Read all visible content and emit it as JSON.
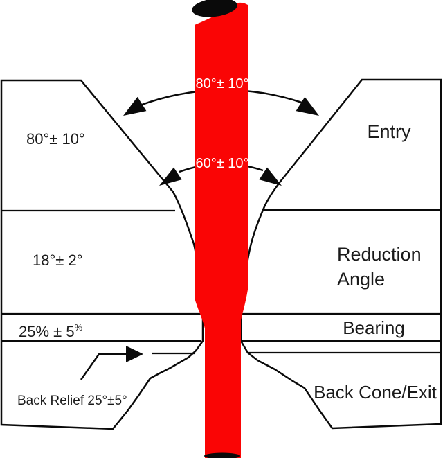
{
  "diagram": {
    "colors": {
      "wire": "#fa0505",
      "die": "#e6e6e6",
      "outline": "#0a0a0a",
      "label_on_wire": "#ffffff"
    },
    "labels": {
      "entry_included_angle": "80°± 10°",
      "blend_included_angle": "60°± 10°",
      "entry_angle": "80°± 10°",
      "entry_zone": "Entry",
      "reduction_angle_value": "18°± 2°",
      "reduction_zone_line1": "Reduction",
      "reduction_zone_line2": "Angle",
      "bearing_length_value": "25% ± 5",
      "bearing_length_unit_sup": "%",
      "bearing_zone": "Bearing",
      "back_relief_note": "Back Relief 25°±5°",
      "back_cone_zone": "Back Cone/Exit"
    }
  }
}
